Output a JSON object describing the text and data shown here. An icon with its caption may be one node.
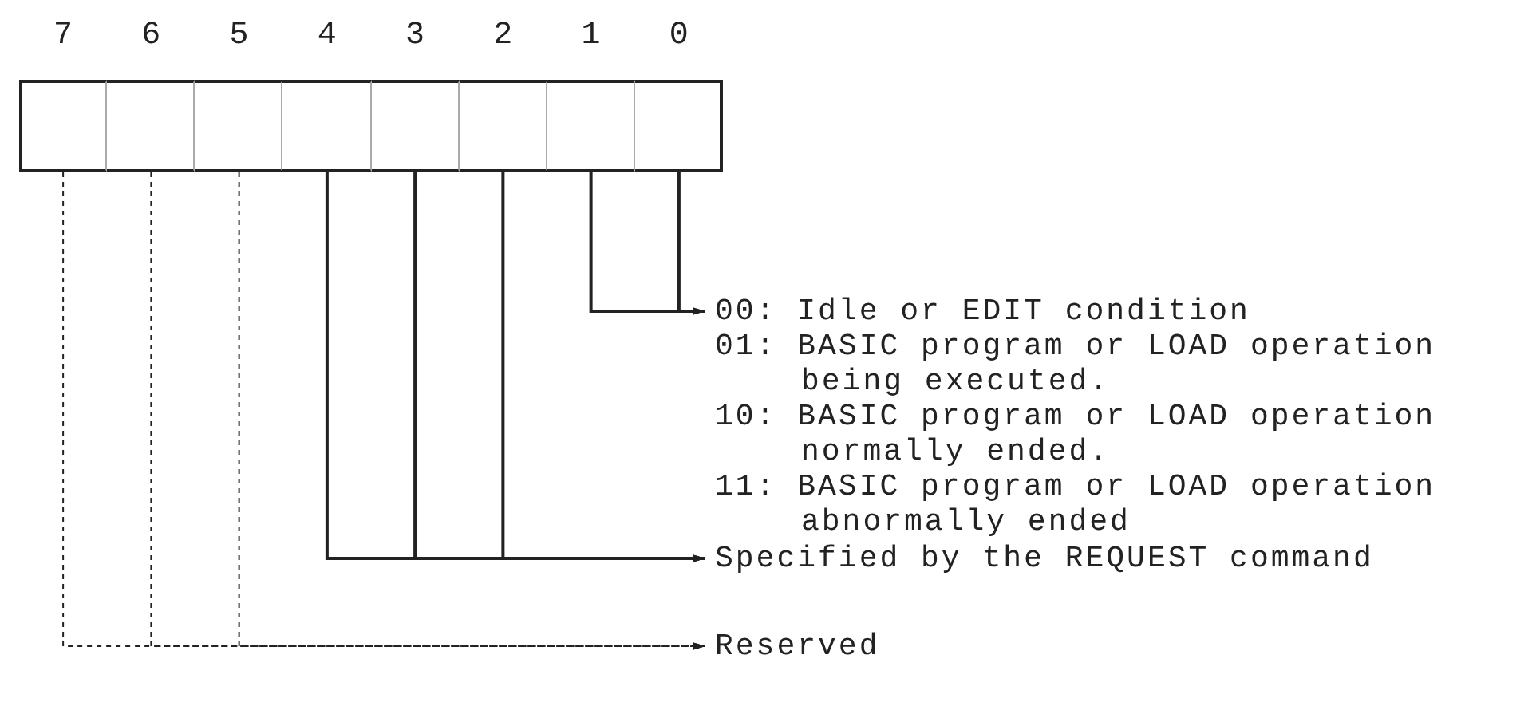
{
  "diagram": {
    "nodes": [
      {
        "text": [
          "7"
        ]
      },
      {
        "text": [
          "6"
        ]
      },
      {
        "text": [
          "5"
        ]
      },
      {
        "text": [
          "4"
        ]
      },
      {
        "text": [
          "3"
        ]
      },
      {
        "text": [
          "2"
        ]
      },
      {
        "text": [
          "1"
        ]
      },
      {
        "text": [
          "0"
        ]
      },
      {
        "text": [
          "00: Idle or EDIT condition",
          "01: BASIC program or LOAD operation being executed.",
          "10: BASIC program or LOAD operation normally ended.",
          "11: BASIC program or LOAD operation abnormally ended"
        ]
      },
      {
        "text": [
          "Specified by the REQUEST command"
        ]
      },
      {
        "text": [
          "Reserved"
        ]
      }
    ],
    "edges": [
      {
        "from": 6,
        "to": 8,
        "arrow": "to"
      },
      {
        "from": 7,
        "to": 8,
        "arrow": "to"
      },
      {
        "from": 3,
        "to": 9,
        "arrow": "to"
      },
      {
        "from": 4,
        "to": 9,
        "arrow": "to"
      },
      {
        "from": 5,
        "to": 9,
        "arrow": "to"
      },
      {
        "from": 0,
        "to": 10,
        "arrow": "to",
        "style": "dashed"
      },
      {
        "from": 1,
        "to": 10,
        "arrow": "to",
        "style": "dashed"
      },
      {
        "from": 2,
        "to": 10,
        "arrow": "to",
        "style": "dashed"
      }
    ]
  }
}
